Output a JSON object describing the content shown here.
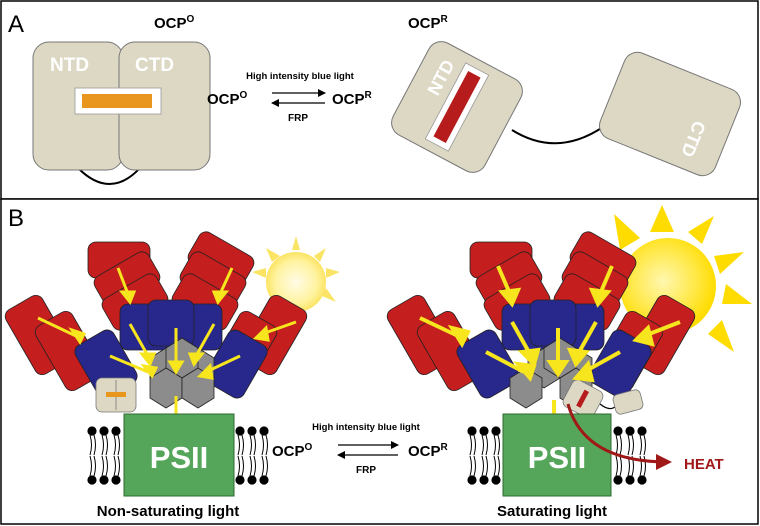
{
  "panel_a": {
    "label": "A",
    "ocp_o_title": {
      "main": "OCP",
      "sup": "O"
    },
    "ocp_r_title": {
      "main": "OCP",
      "sup": "R"
    },
    "ntd": "NTD",
    "ctd": "CTD",
    "reaction": {
      "forward": "High intensity blue light",
      "reverse": "FRP",
      "left": {
        "main": "OCP",
        "sup": "O"
      },
      "right": {
        "main": "OCP",
        "sup": "R"
      }
    }
  },
  "panel_b": {
    "label": "B",
    "psii_left": "PSII",
    "psii_right": "PSII",
    "reaction": {
      "forward": "High intensity blue light",
      "reverse": "FRP",
      "left": {
        "main": "OCP",
        "sup": "O"
      },
      "right": {
        "main": "OCP",
        "sup": "R"
      }
    },
    "heat": "HEAT",
    "caption_left": "Non-saturating light",
    "caption_right": "Saturating light"
  },
  "colors": {
    "ocp_fill": "#ddd8c4",
    "orange_carotenoid": "#e8961e",
    "red_carotenoid": "#b71c1c",
    "phycocyanin_red": "#c41e1e",
    "phycocyanin_blue": "#28288c",
    "core_gray": "#8c8c8c",
    "psii_green": "#55a65a",
    "arrow_yellow": "#f7e51e",
    "sun_yellow": "#ffe600",
    "heat": "#a01818"
  }
}
